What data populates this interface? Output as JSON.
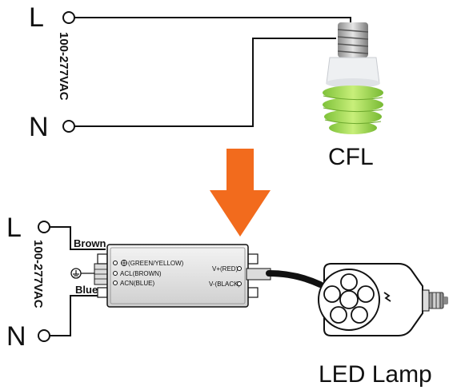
{
  "top": {
    "L_label": "L",
    "N_label": "N",
    "voltage": "100-277VAC",
    "lamp_label": "CFL"
  },
  "bottom": {
    "L_label": "L",
    "N_label": "N",
    "voltage": "100-277VAC",
    "brown_label": "Brown",
    "blue_label": "Blue",
    "driver_left": [
      "(GREEN/YELLOW)",
      "ACL(BROWN)",
      "ACN(BLUE)"
    ],
    "driver_right": [
      "V+(RED)",
      "V-(BLACK)"
    ],
    "lamp_label": "LED Lamp"
  },
  "colors": {
    "arrow": "#f26b1d",
    "cfl_tube": "#a6dc4c",
    "wire": "#111111"
  },
  "icons": {
    "ground": "ground-symbol-icon",
    "arrow": "down-arrow-icon"
  }
}
